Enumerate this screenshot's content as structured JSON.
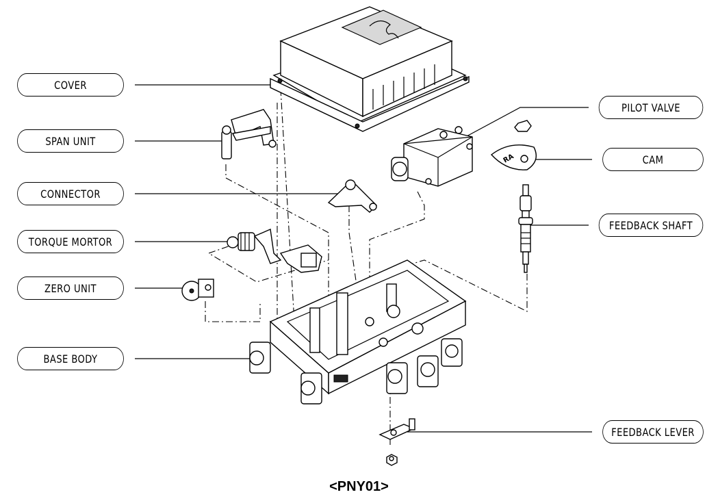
{
  "labels": {
    "cover": "COVER",
    "span_unit": "SPAN UNIT",
    "connector": "CONNECTOR",
    "torque_motor": "TORQUE MORTOR",
    "zero_unit": "ZERO UNIT",
    "base_body": "BASE BODY",
    "pilot_valve": "PILOT VALVE",
    "cam": "CAM",
    "cam_mark": "RA",
    "feedback_shaft": "FEEDBACK SHAFT",
    "feedback_lever": "FEEDBACK LEVER"
  },
  "caption": "<PNY01>"
}
